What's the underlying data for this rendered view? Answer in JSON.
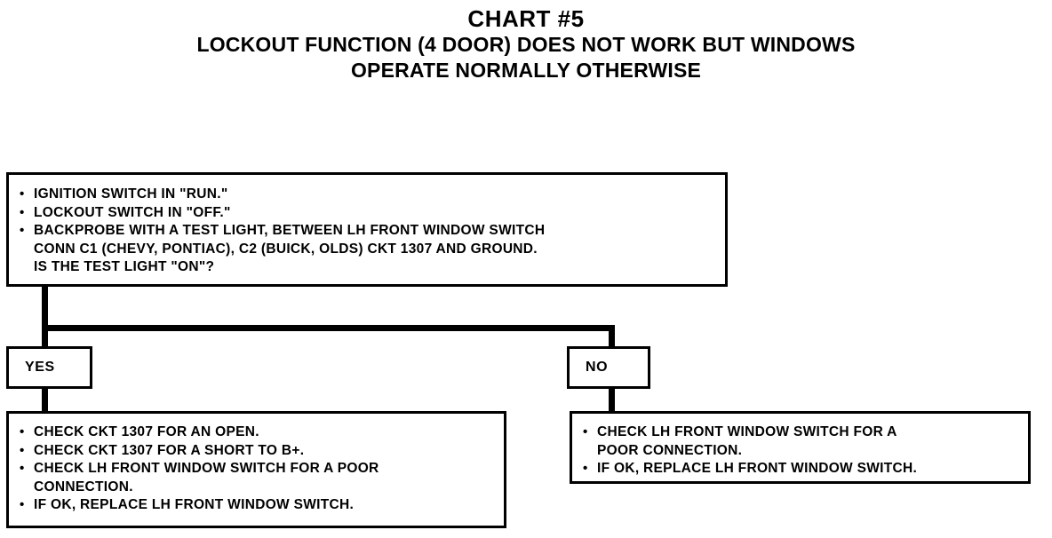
{
  "title": {
    "chart_number": "CHART #5",
    "lines": [
      "LOCKOUT FUNCTION (4 DOOR) DOES NOT WORK BUT WINDOWS",
      "OPERATE NORMALLY OTHERWISE"
    ]
  },
  "decision": {
    "items": [
      "IGNITION SWITCH IN \"RUN.\"",
      "LOCKOUT SWITCH IN \"OFF.\"",
      "BACKPROBE WITH A TEST LIGHT, BETWEEN LH FRONT WINDOW SWITCH\nCONN C1 (CHEVY, PONTIAC), C2 (BUICK, OLDS) CKT 1307 AND GROUND.\nIS THE TEST LIGHT \"ON\"?"
    ]
  },
  "branches": {
    "yes_label": "YES",
    "no_label": "NO"
  },
  "yes_result": {
    "items": [
      "CHECK CKT 1307 FOR AN OPEN.",
      "CHECK CKT 1307 FOR A SHORT TO B+.",
      "CHECK LH FRONT WINDOW SWITCH FOR A POOR\nCONNECTION.",
      "IF OK, REPLACE LH FRONT WINDOW SWITCH."
    ]
  },
  "no_result": {
    "items": [
      "CHECK LH FRONT WINDOW SWITCH FOR A\nPOOR CONNECTION.",
      "IF OK, REPLACE LH FRONT WINDOW SWITCH."
    ]
  },
  "colors": {
    "ink": "#000000",
    "paper": "#ffffff"
  }
}
